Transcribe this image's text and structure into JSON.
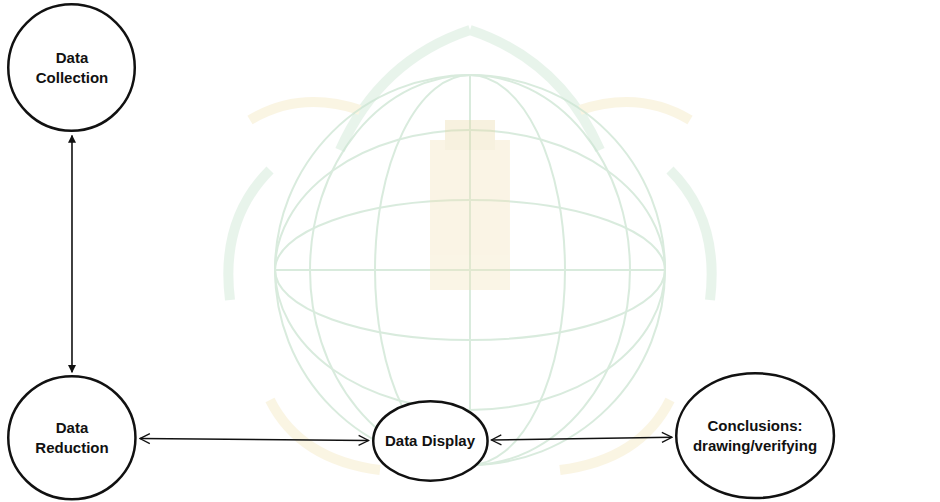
{
  "diagram": {
    "nodes": [
      {
        "text": [
          "Data Collection"
        ]
      },
      {
        "text": [
          "Data Reduction"
        ]
      },
      {
        "text": [
          "Data Display"
        ]
      },
      {
        "text": [
          "Conclusions: drawing/verifying"
        ]
      }
    ],
    "edges": [
      {
        "from": 0,
        "to": 1,
        "arrow": "both"
      },
      {
        "from": 1,
        "to": 2,
        "arrow": "both"
      },
      {
        "from": 2,
        "to": 3,
        "arrow": "both"
      }
    ]
  }
}
